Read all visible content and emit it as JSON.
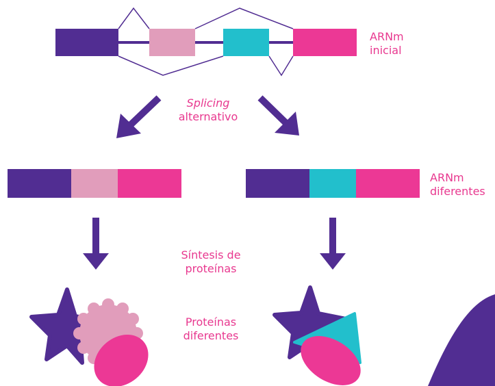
{
  "labels": {
    "initial_mrna": [
      "ARNm",
      "inicial"
    ],
    "splicing_italic": "Splicing",
    "splicing_rest": "alternativo",
    "different_mrna": [
      "ARNm",
      "diferentes"
    ],
    "synthesis": [
      "Síntesis de",
      "proteínas"
    ],
    "proteins": [
      "Proteínas",
      "diferentes"
    ]
  },
  "colors": {
    "purple": "#512d92",
    "light_pink": "#e19dbb",
    "cyan": "#22bfcc",
    "magenta": "#ec3895",
    "text": "#e8388f"
  }
}
